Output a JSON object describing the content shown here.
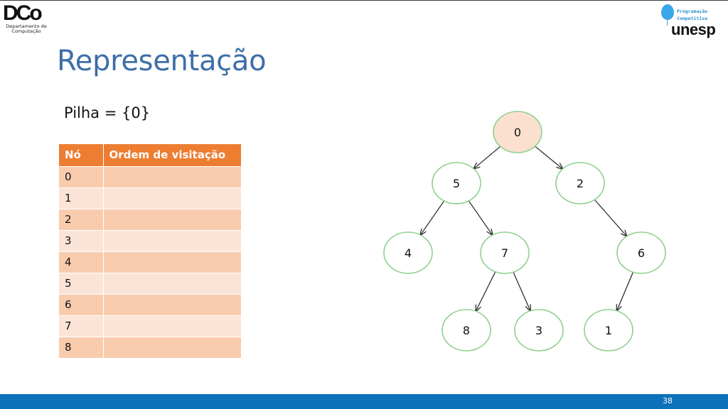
{
  "logos": {
    "dco_mark": "DCo",
    "dco_line1": "Departamento de",
    "dco_line2": "Computação",
    "pc_line1": "Programação",
    "pc_line2": "Competitiva",
    "unesp": "unesp",
    "balloon_color": "#3aa8e8"
  },
  "slide": {
    "title": "Representação",
    "stack_label": "Pilha = {0}",
    "page_number": "38"
  },
  "table": {
    "headers": [
      "Nó",
      "Ordem de visitação"
    ],
    "rows": [
      {
        "node": "0",
        "order": ""
      },
      {
        "node": "1",
        "order": ""
      },
      {
        "node": "2",
        "order": ""
      },
      {
        "node": "3",
        "order": ""
      },
      {
        "node": "4",
        "order": ""
      },
      {
        "node": "5",
        "order": ""
      },
      {
        "node": "6",
        "order": ""
      },
      {
        "node": "7",
        "order": ""
      },
      {
        "node": "8",
        "order": ""
      }
    ]
  },
  "tree": {
    "nodes": [
      {
        "id": "0",
        "visited": true
      },
      {
        "id": "5",
        "visited": false
      },
      {
        "id": "2",
        "visited": false
      },
      {
        "id": "4",
        "visited": false
      },
      {
        "id": "7",
        "visited": false
      },
      {
        "id": "6",
        "visited": false
      },
      {
        "id": "8",
        "visited": false
      },
      {
        "id": "3",
        "visited": false
      },
      {
        "id": "1",
        "visited": false
      }
    ],
    "edges": [
      [
        "0",
        "5"
      ],
      [
        "0",
        "2"
      ],
      [
        "5",
        "4"
      ],
      [
        "5",
        "7"
      ],
      [
        "2",
        "6"
      ],
      [
        "7",
        "8"
      ],
      [
        "7",
        "3"
      ],
      [
        "6",
        "1"
      ]
    ],
    "colors": {
      "node_border": "#8fd18f",
      "visited_fill": "#fbe0cf",
      "edge": "#222222"
    }
  },
  "colors": {
    "title": "#3d6fa8",
    "table_header": "#ed7d31",
    "table_row_dark": "#f8cbad",
    "table_row_light": "#fbe4d6",
    "footer": "#0e72bb"
  }
}
